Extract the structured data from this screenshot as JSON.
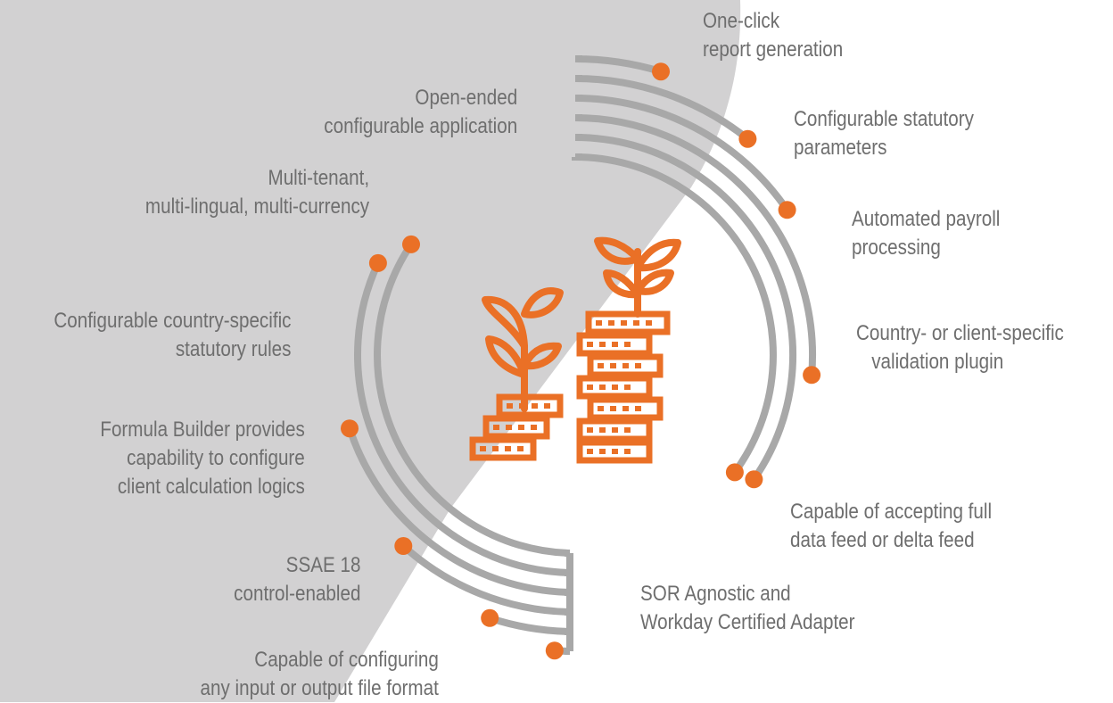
{
  "colors": {
    "accent": "#ea7026",
    "ring": "#a8a8a8",
    "backdrop": "#d2d1d2",
    "text": "#6e6e6e"
  },
  "center_icon": "plants-growing-from-coin-stacks-icon",
  "features": {
    "one_click": [
      "One-click",
      "report generation"
    ],
    "statutory_params": [
      "Configurable statutory",
      "parameters"
    ],
    "payroll": [
      "Automated payroll",
      "processing"
    ],
    "validation": [
      "Country- or client-specific",
      "validation plugin"
    ],
    "data_feed": [
      "Capable of accepting full",
      "data feed or delta feed"
    ],
    "sor": [
      "SOR Agnostic and",
      "Workday Certified Adapter"
    ],
    "file_format": [
      "Capable of configuring",
      "any input or output file format"
    ],
    "ssae": [
      "SSAE 18",
      "control-enabled"
    ],
    "formula": [
      "Formula Builder provides",
      "capability to configure",
      "client calculation logics"
    ],
    "country_rules": [
      "Configurable country-specific",
      "statutory rules"
    ],
    "multi_tenant": [
      "Multi-tenant,",
      "multi-lingual, multi-currency"
    ],
    "open_ended": [
      "Open-ended",
      "configurable application"
    ]
  }
}
